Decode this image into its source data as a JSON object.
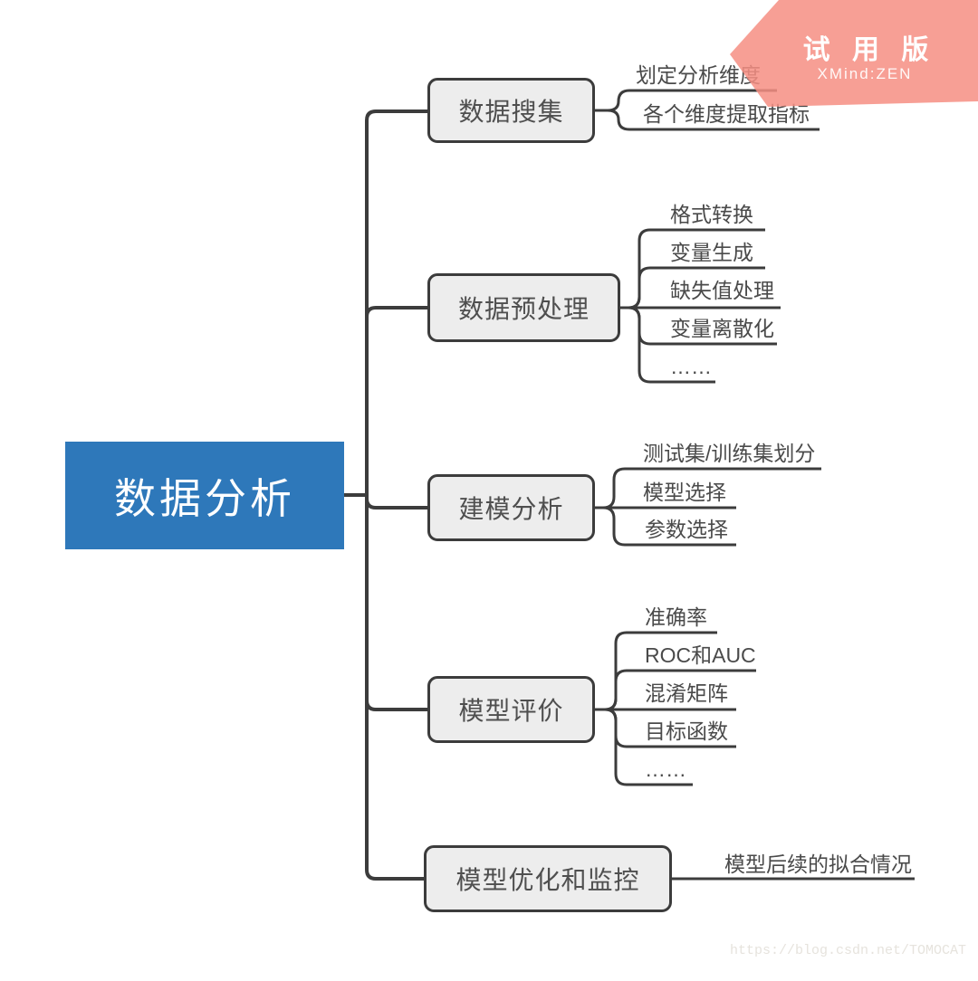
{
  "map": {
    "root": {
      "label": "数据分析"
    },
    "branches": [
      {
        "label": "数据搜集",
        "children": [
          "划定分析维度",
          "各个维度提取指标"
        ]
      },
      {
        "label": "数据预处理",
        "children": [
          "格式转换",
          "变量生成",
          "缺失值处理",
          "变量离散化",
          "……"
        ]
      },
      {
        "label": "建模分析",
        "children": [
          "测试集/训练集划分",
          "模型选择",
          "参数选择"
        ]
      },
      {
        "label": "模型评价",
        "children": [
          "准确率",
          "ROC和AUC",
          "混淆矩阵",
          "目标函数",
          "……"
        ]
      },
      {
        "label": "模型优化和监控",
        "children": [
          "模型后续的拟合情况"
        ]
      }
    ]
  },
  "badge": {
    "title": "试 用 版",
    "subtitle": "XMind:ZEN",
    "color": "#f68e82"
  },
  "watermark": {
    "url_text": "https://blog.csdn.net/TOMOCAT"
  },
  "colors": {
    "root_fill": "#2e78ba",
    "topic_fill": "#ededed",
    "line": "#3c3c3c",
    "text": "#4a4a4a"
  }
}
